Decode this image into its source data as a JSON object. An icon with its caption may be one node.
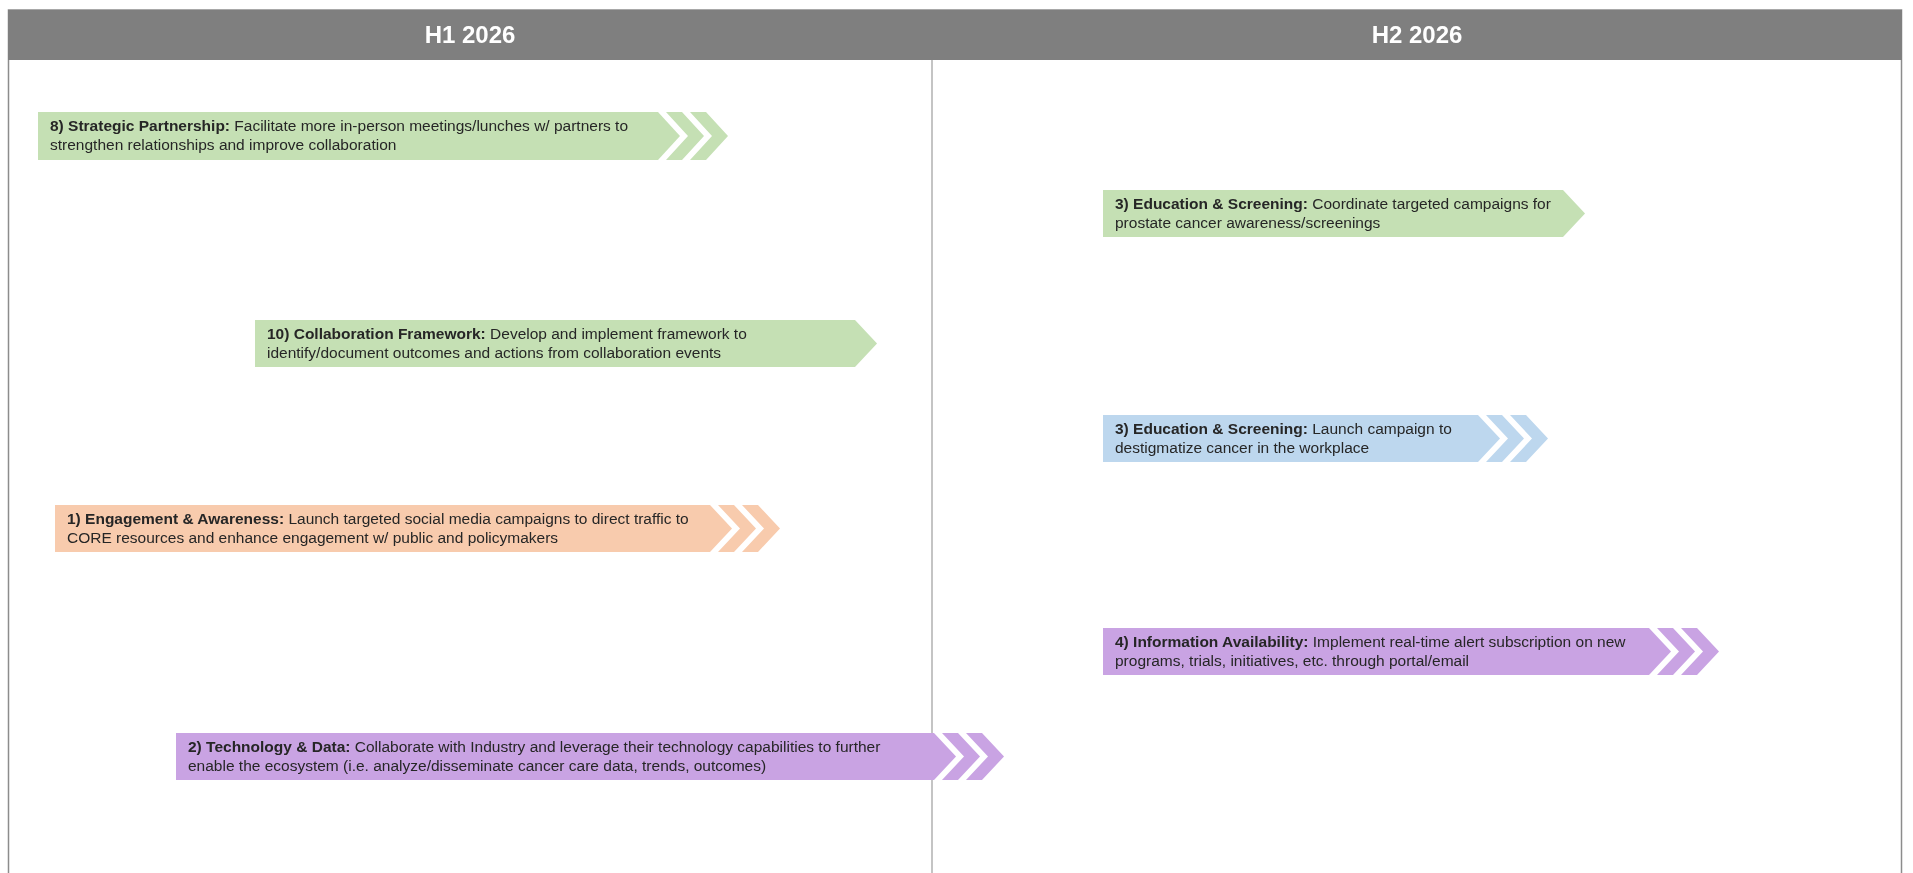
{
  "diagram": {
    "nodes": [
      {
        "text": [
          "H1 2026"
        ]
      },
      {
        "text": [
          "H2 2026"
        ]
      },
      {
        "text": [
          "**8) Strategic Partnership:** Facilitate more in-person meetings/lunches w/ partners to strengthen relationships and improve collaboration"
        ]
      },
      {
        "text": [
          "**10) Collaboration Framework:** Develop and implement framework to identify/document outcomes and actions from collaboration events"
        ]
      },
      {
        "text": [
          "**1) Engagement & Awareness:** Launch targeted social media campaigns to direct traffic to CORE resources and enhance engagement w/ public and policymakers"
        ]
      },
      {
        "text": [
          "**2) Technology & Data:** Collaborate with Industry and leverage their technology capabilities to further enable the ecosystem (i.e. analyze/disseminate cancer care data, trends, outcomes)"
        ]
      },
      {
        "text": [
          "**3) Education & Screening:** Coordinate targeted campaigns for prostate cancer awareness/screenings"
        ]
      },
      {
        "text": [
          "**3) Education & Screening:** Launch campaign to destigmatize cancer in the workplace"
        ]
      },
      {
        "text": [
          "**4) Information Availability:** Implement real-time alert subscription on new programs, trials, initiatives, etc. through portal/email"
        ]
      }
    ]
  }
}
